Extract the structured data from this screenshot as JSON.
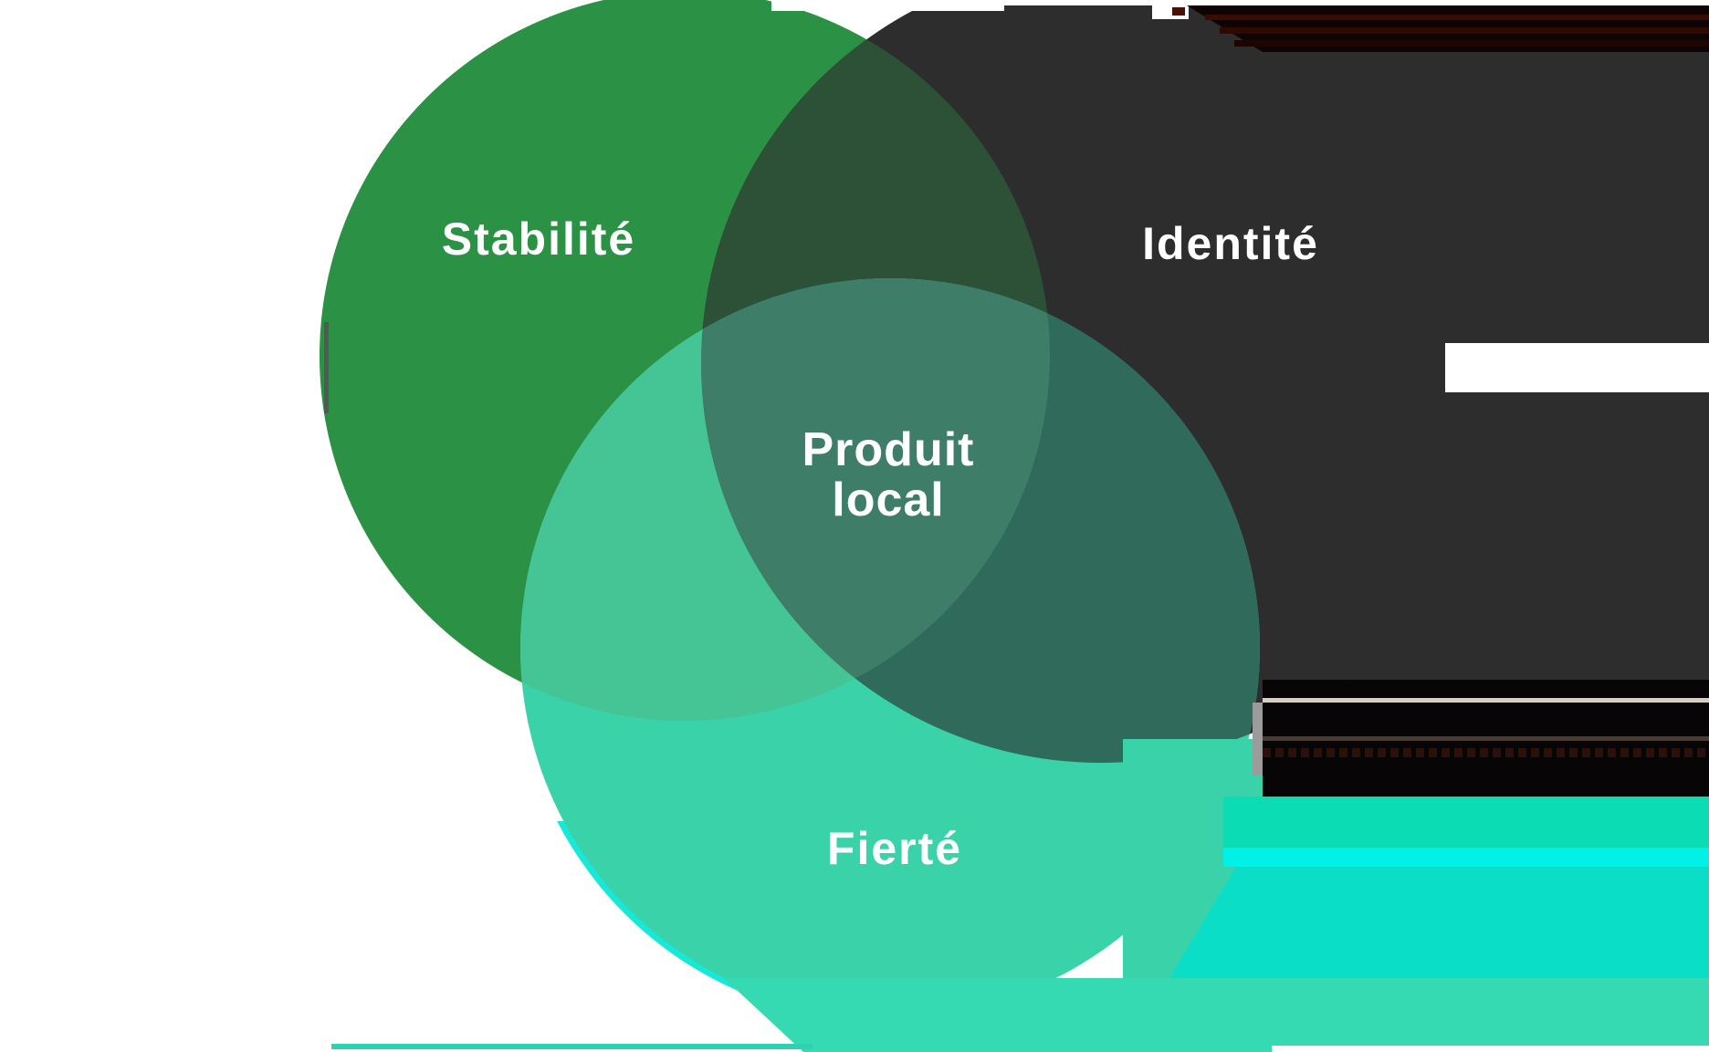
{
  "diagram": {
    "type": "venn",
    "background": "#FFFFFF",
    "label_color": "#FFFFFF",
    "sets": [
      {
        "id": "stabilite",
        "label": "Stabilité",
        "color": "#2B9144"
      },
      {
        "id": "identite",
        "label": "Identité",
        "color": "#2D2D2D"
      },
      {
        "id": "fierte",
        "label": "Fierté",
        "color": "#3AD2A8"
      }
    ],
    "center_label": {
      "line1": "Produit",
      "line2": "local"
    },
    "overlaps": {
      "stabilite_identite": "#2C5137",
      "stabilite_fierte": "#45C596",
      "identite_fierte": "#2F6A5B",
      "center": "#3E7E69"
    }
  },
  "glitch": {
    "charcoal_fill": "#2D2D2D",
    "white": "#FFFFFF",
    "maroon_block_bg": "#0D0505",
    "maroon_stripe_1": "#3A0D03",
    "maroon_stripe_2": "#2E0A02",
    "maroon_stripe_3": "#1D0601",
    "maroon_dot": "#4A0F05",
    "right_black_band": "#070505",
    "tan_line": "#DCCEBF",
    "warm_gray_line": "#4A3A34",
    "dash_color": "#2E100A",
    "gray_sliver": "#9B9B9B",
    "gray_tick": "#565656",
    "teal_bar": "#0CDCB4",
    "cyan_bar": "#00F2E6",
    "cyan_teal_block": "#0BDEC6",
    "bottom_teal_block": "#35D9B2",
    "bottom_teal_line": "#2ED2B2",
    "cyan_fringe": "#18E8D8"
  }
}
